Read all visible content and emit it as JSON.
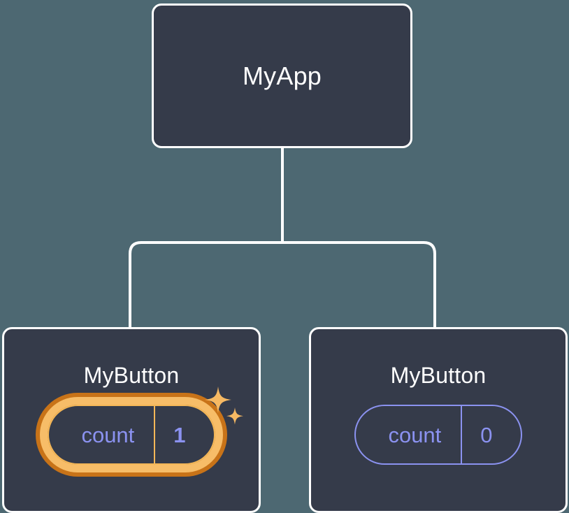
{
  "diagram": {
    "type": "component-tree",
    "title": "MyApp component tree with state update highlight",
    "background_color": "#4d6872",
    "node_fill_color": "#353b4a",
    "node_border_color": "#ffffff",
    "connector_color": "#ffffff",
    "state_color": "#8b92f0",
    "highlight_ring_outer_color": "#c87318",
    "highlight_ring_inner_color": "#f7bd68",
    "highlight_border_color": "#f5b757",
    "sparkle_color": "#f6b963"
  },
  "root": {
    "label": "MyApp"
  },
  "children": [
    {
      "label": "MyButton",
      "state": {
        "key": "count",
        "value": "1"
      },
      "highlighted": true,
      "sparkles": true
    },
    {
      "label": "MyButton",
      "state": {
        "key": "count",
        "value": "0"
      },
      "highlighted": false,
      "sparkles": false
    }
  ]
}
